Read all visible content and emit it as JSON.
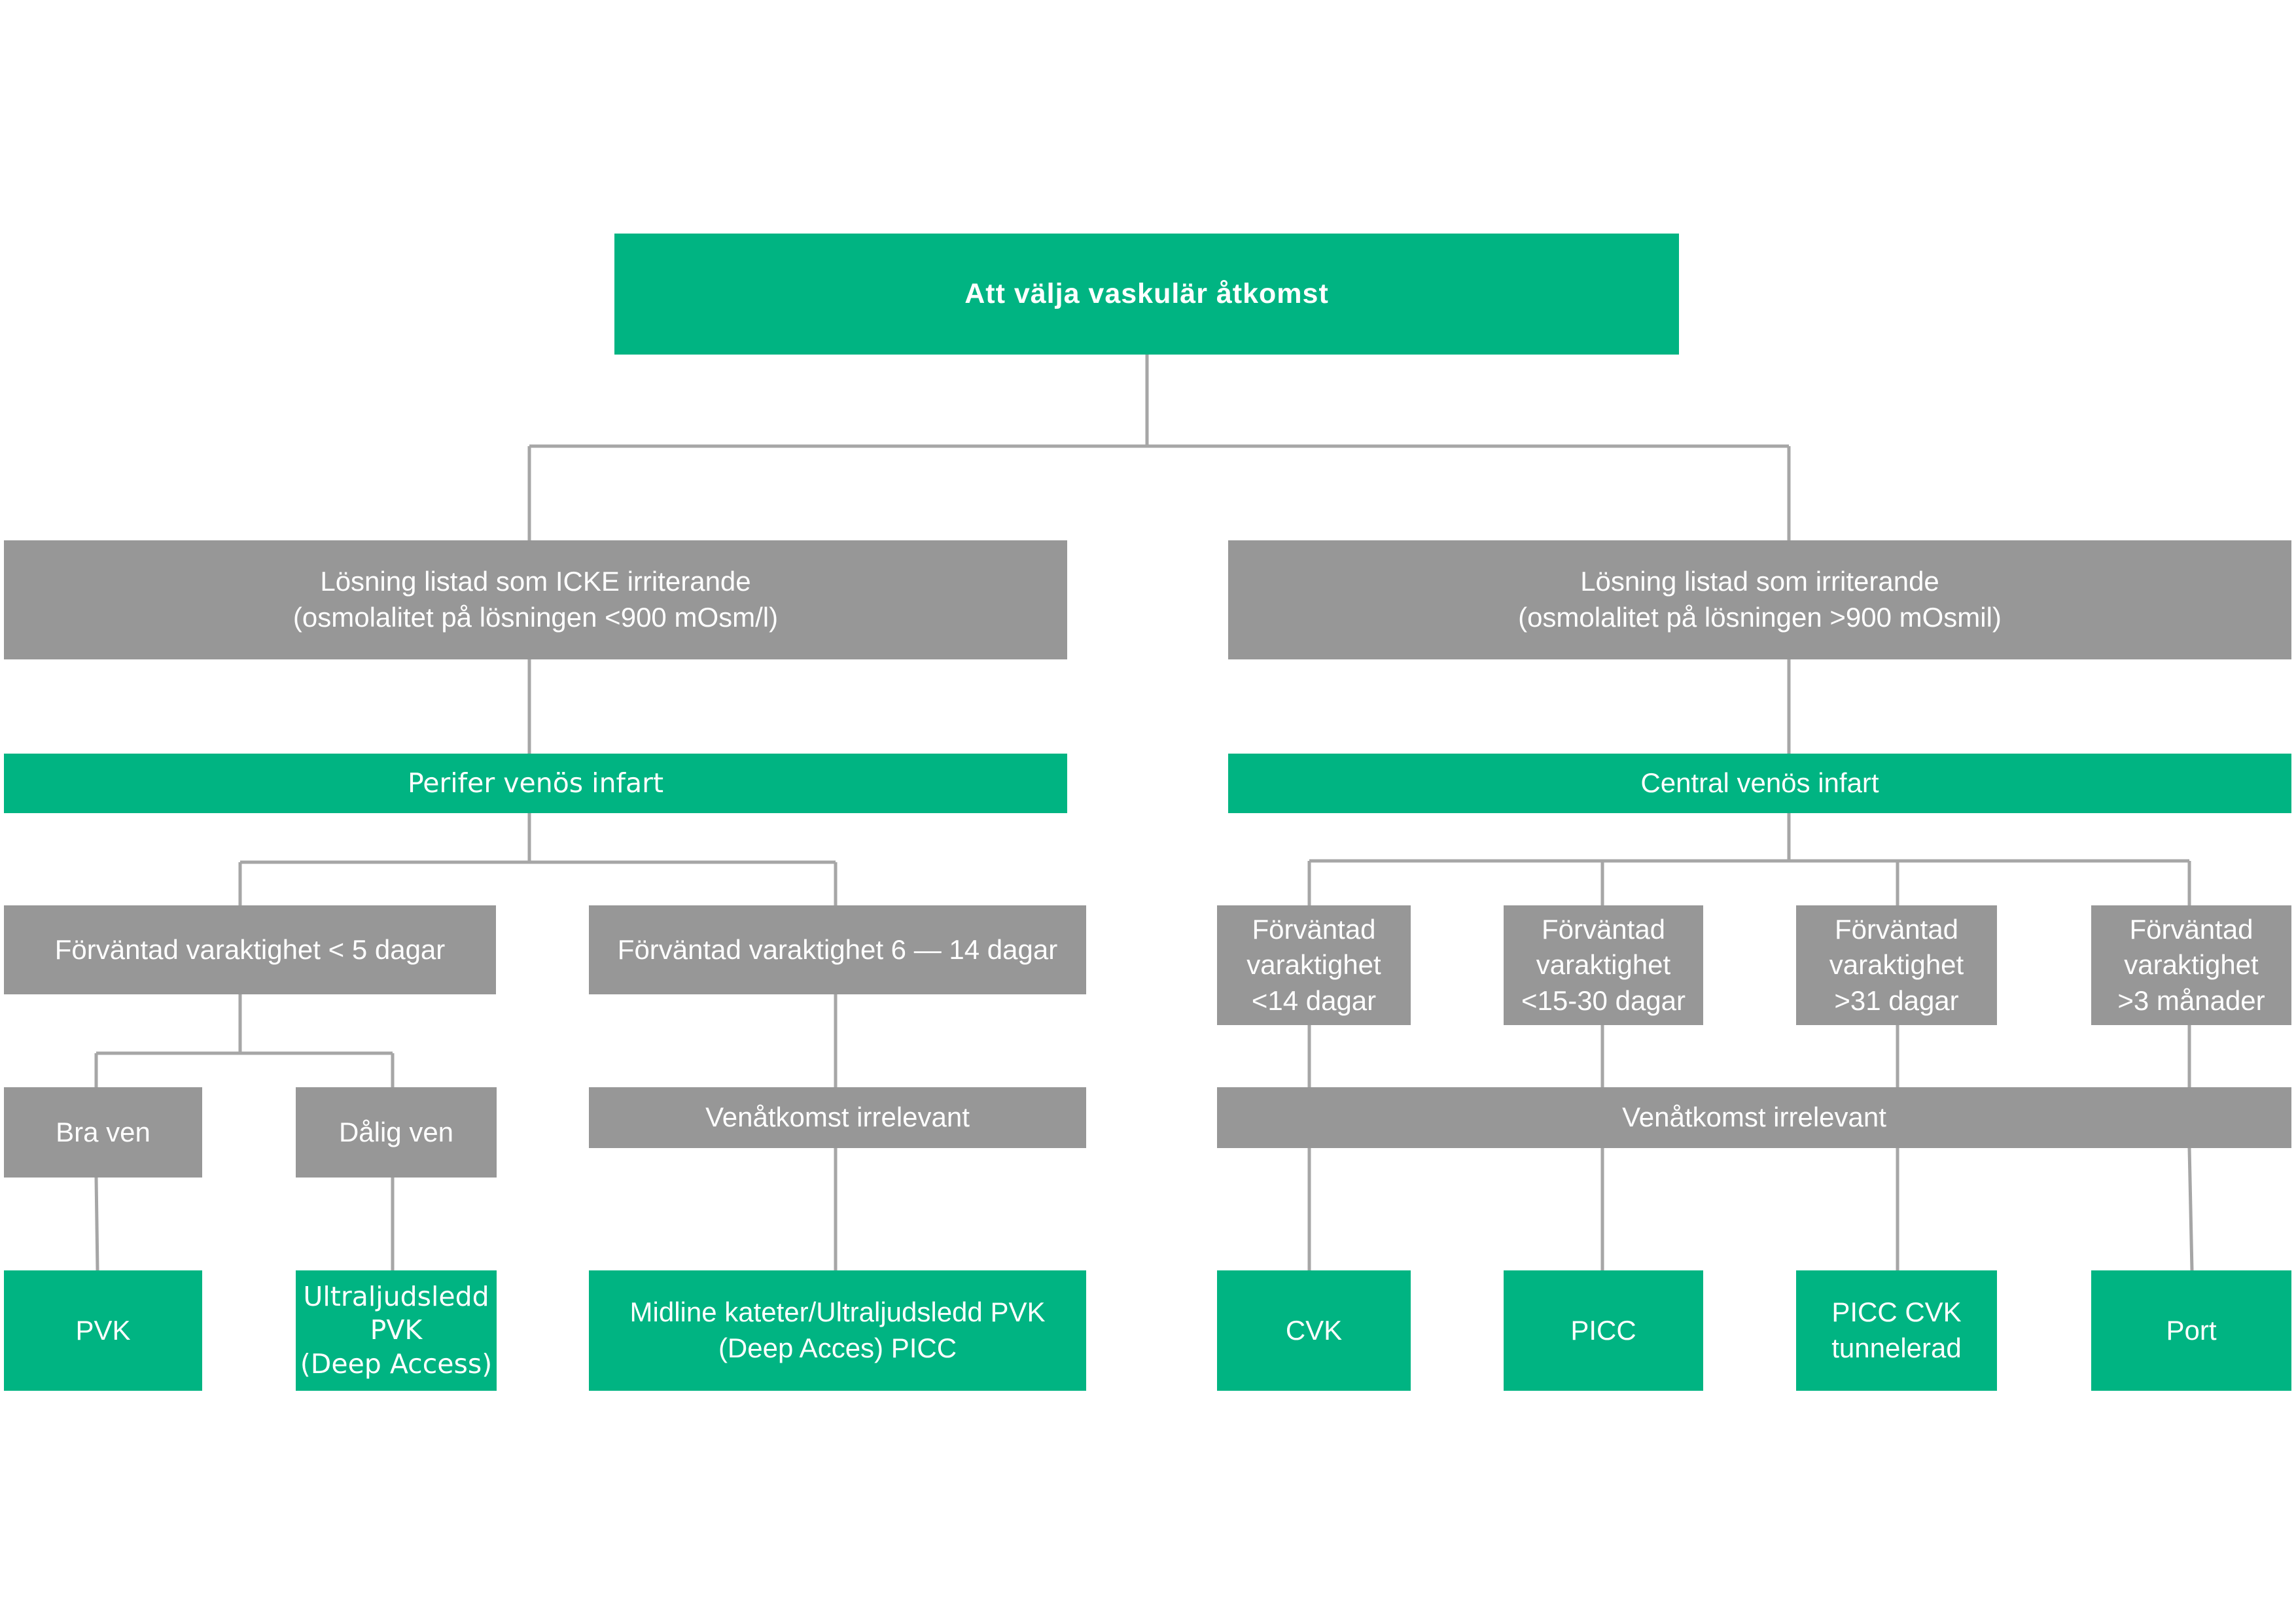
{
  "title": "Att välja vaskulär åtkomst",
  "left_branch": {
    "condition": "Lösning listad som ICKE irriterande\n(osmolalitet på lösningen <900 mOsm/l)",
    "route": "Perifer venös infart",
    "duration_short": "Förväntad varaktighet < 5 dagar",
    "duration_mid": "Förväntad varaktighet 6 — 14 dagar",
    "good_vein": "Bra ven",
    "poor_vein": "Dålig ven",
    "vein_irrelevant": "Venåtkomst irrelevant",
    "result_pvk": "PVK",
    "result_ultrasound": "Ultraljudsledd\nPVK\n(Deep Access)",
    "result_midline": "Midline kateter/Ultraljudsledd PVK\n(Deep Acces) PICC"
  },
  "right_branch": {
    "condition": "Lösning listad som irriterande\n(osmolalitet på lösningen >900 mOsmil)",
    "route": "Central venös infart",
    "durations": [
      "Förväntad\nvaraktighet\n<14 dagar",
      "Förväntad\nvaraktighet\n<15-30 dagar",
      "Förväntad\nvaraktighet\n>31 dagar",
      "Förväntad\nvaraktighet\n>3 månader"
    ],
    "vein_irrelevant": "Venåtkomst irrelevant",
    "results": [
      "CVK",
      "PICC",
      "PICC CVK\ntunnelerad",
      "Port"
    ]
  },
  "colors": {
    "green": "#00b482",
    "gray": "#979797",
    "connector": "#a6a6a6"
  }
}
